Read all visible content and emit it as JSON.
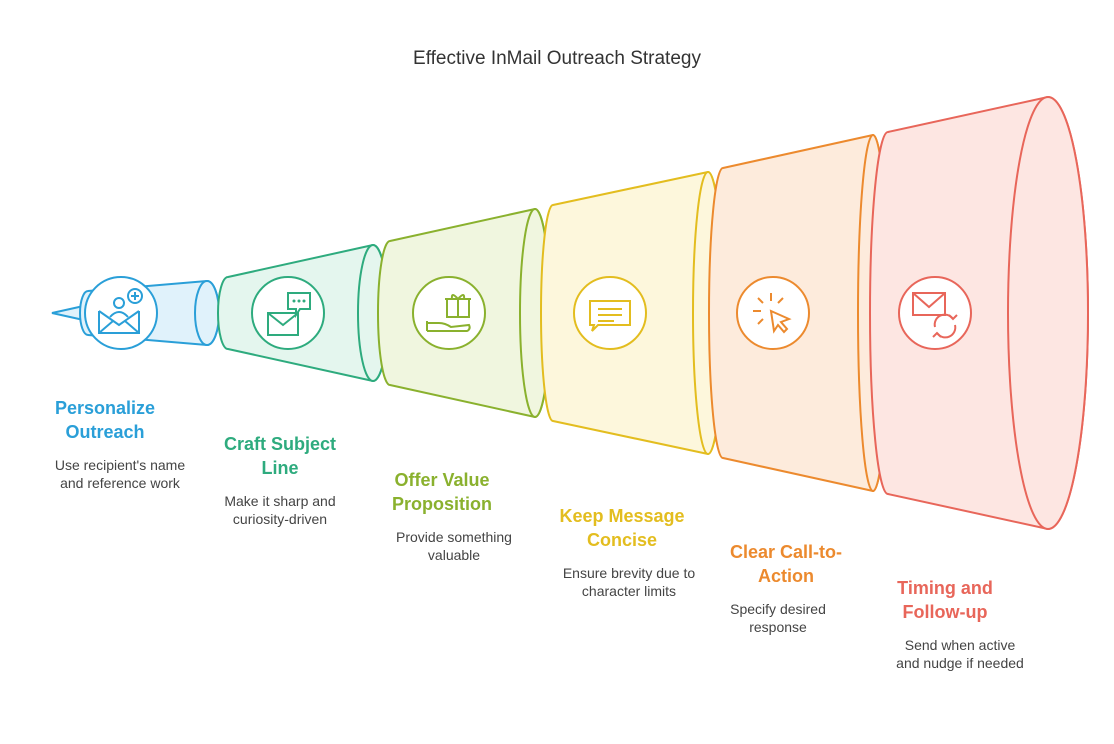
{
  "title": "Effective InMail Outreach Strategy",
  "steps": [
    {
      "title": "Personalize Outreach",
      "title_lines": [
        "Personalize",
        "Outreach"
      ],
      "desc_lines": [
        "Use recipient's name",
        "and reference work"
      ],
      "color": "#2a9fd8",
      "fill": "#e0f2fb",
      "icon": "user-plus-envelope-icon"
    },
    {
      "title": "Craft Subject Line",
      "title_lines": [
        "Craft Subject",
        "Line"
      ],
      "desc_lines": [
        "Make it sharp and",
        "curiosity-driven"
      ],
      "color": "#2eab7e",
      "fill": "#e4f6ee",
      "icon": "chat-envelope-icon"
    },
    {
      "title": "Offer Value Proposition",
      "title_lines": [
        "Offer Value",
        "Proposition"
      ],
      "desc_lines": [
        "Provide something",
        "valuable"
      ],
      "color": "#8ab12e",
      "fill": "#f0f6df",
      "icon": "gift-hand-icon"
    },
    {
      "title": "Keep Message Concise",
      "title_lines": [
        "Keep Message",
        "Concise"
      ],
      "desc_lines": [
        "Ensure brevity due to",
        "character limits"
      ],
      "color": "#e3bd1f",
      "fill": "#fdf7dc",
      "icon": "message-icon"
    },
    {
      "title": "Clear Call-to-Action",
      "title_lines": [
        "Clear Call-to-",
        "Action"
      ],
      "desc_lines": [
        "Specify desired",
        "response"
      ],
      "color": "#ec8a2e",
      "fill": "#fdebdc",
      "icon": "click-cursor-icon"
    },
    {
      "title": "Timing and Follow-up",
      "title_lines": [
        "Timing and",
        "Follow-up"
      ],
      "desc_lines": [
        "Send when active",
        "and nudge if needed"
      ],
      "color": "#e8665a",
      "fill": "#fde6e2",
      "icon": "mail-refresh-icon"
    }
  ]
}
